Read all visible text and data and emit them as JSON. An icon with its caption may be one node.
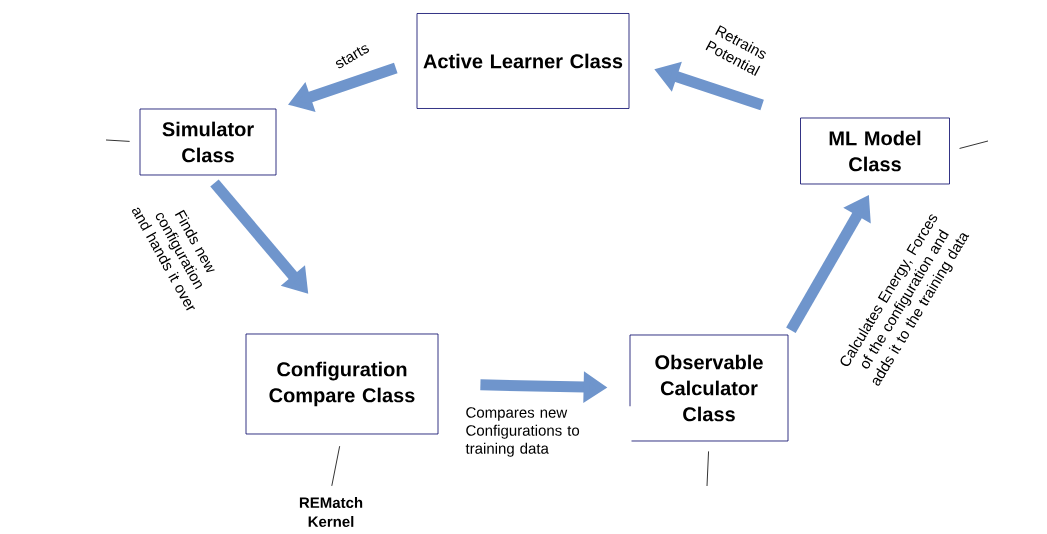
{
  "diagram": {
    "nodes": [
      {
        "text": [
          "Active Learner Class"
        ]
      },
      {
        "text": [
          "Simulator Class"
        ]
      },
      {
        "text": [
          "ML Model Class"
        ]
      },
      {
        "text": [
          "Configuration Compare Class"
        ]
      },
      {
        "text": [
          "Observable Calculator Class"
        ]
      },
      {
        "text": [
          "REMatch Kernel"
        ]
      }
    ],
    "edges": [
      {
        "from": 0,
        "to": 1,
        "arrow": "to",
        "label": "starts"
      },
      {
        "from": 1,
        "to": 3,
        "arrow": "to",
        "label": "Finds new configuration and hands it over"
      },
      {
        "from": 3,
        "to": 4,
        "arrow": "to",
        "label": "Compares new Configurations to training data"
      },
      {
        "from": 4,
        "to": 2,
        "arrow": "to",
        "label": "Calculates Energy, Forces of the configuration and adds it to the training data"
      },
      {
        "from": 2,
        "to": 0,
        "arrow": "to",
        "label": "Retrains Potential"
      },
      {
        "from": 3,
        "to": 5,
        "arrow": "none",
        "color": "#333333"
      },
      {
        "from": null,
        "to": 1,
        "arrow": "none",
        "color": "#333333"
      },
      {
        "from": null,
        "to": 2,
        "arrow": "none",
        "color": "#333333"
      },
      {
        "from": null,
        "to": 4,
        "arrow": "none",
        "color": "#333333"
      }
    ]
  }
}
